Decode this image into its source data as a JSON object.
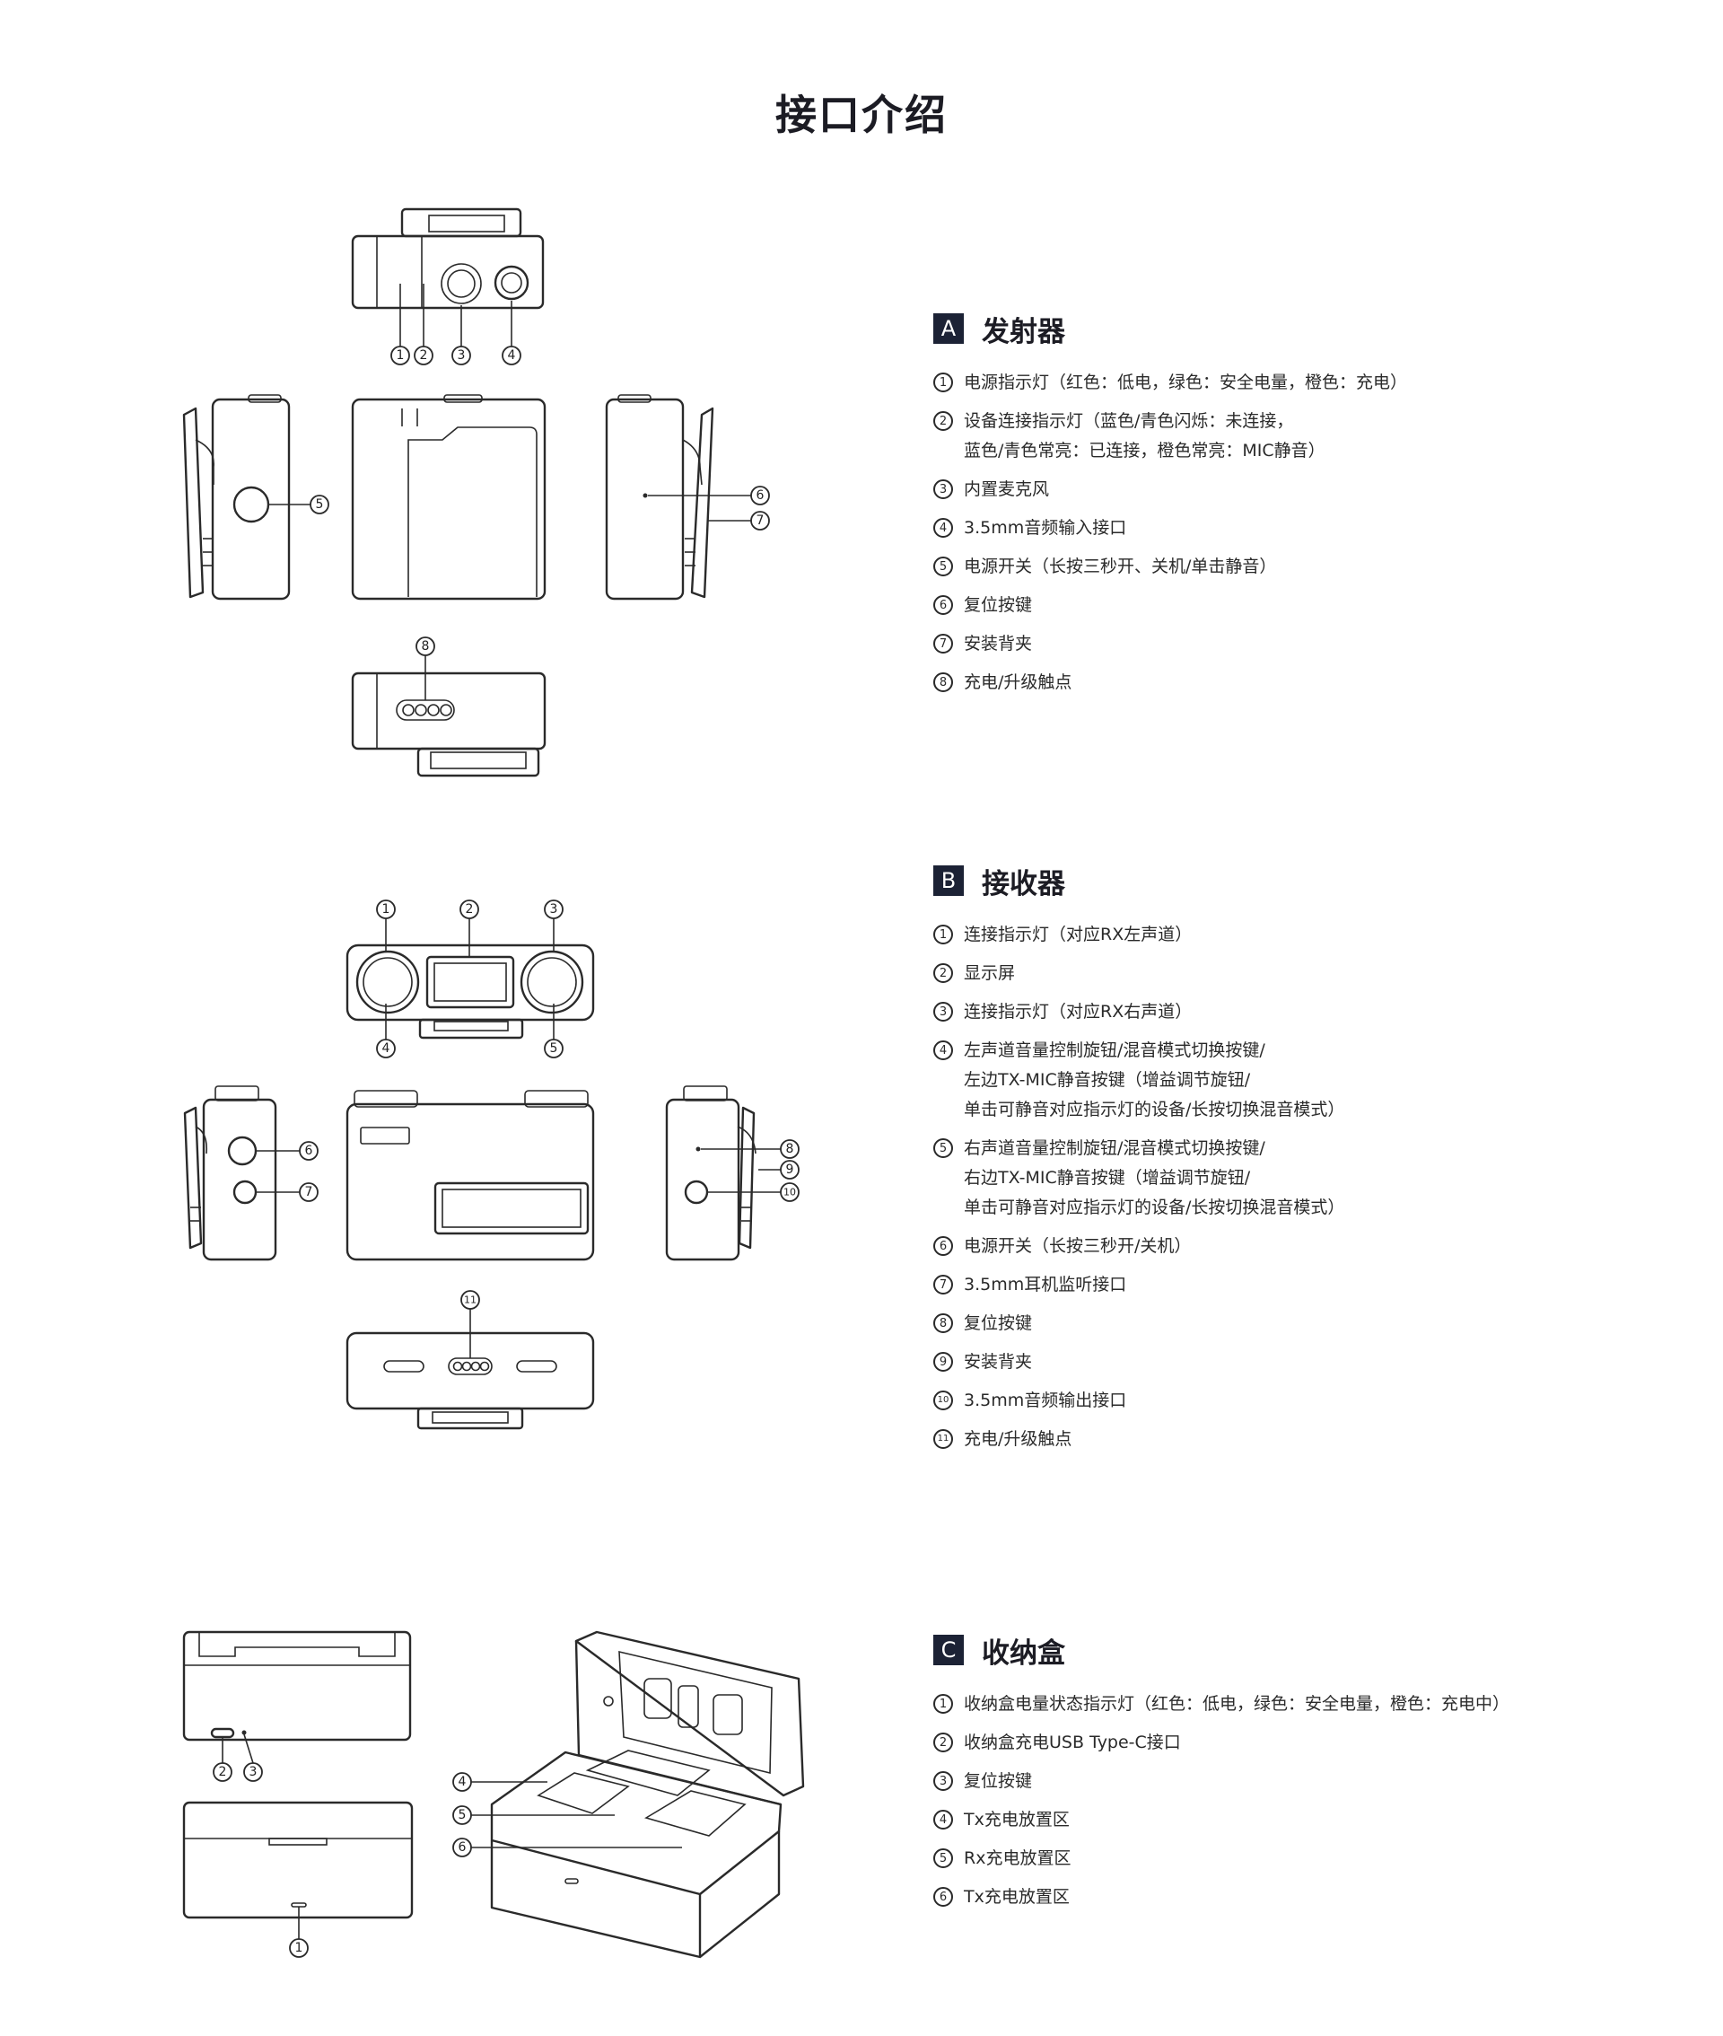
{
  "page_title": "接口介绍",
  "sections": [
    {
      "badge": "A",
      "title": "发射器",
      "items": [
        {
          "num": "1",
          "text": "电源指示灯（红色：低电，绿色：安全电量，橙色：充电）"
        },
        {
          "num": "2",
          "text": "设备连接指示灯（蓝色/青色闪烁：未连接，\n蓝色/青色常亮：已连接，橙色常亮：MIC静音）"
        },
        {
          "num": "3",
          "text": "内置麦克风"
        },
        {
          "num": "4",
          "text": "3.5mm音频输入接口"
        },
        {
          "num": "5",
          "text": "电源开关（长按三秒开、关机/单击静音）"
        },
        {
          "num": "6",
          "text": "复位按键"
        },
        {
          "num": "7",
          "text": "安装背夹"
        },
        {
          "num": "8",
          "text": "充电/升级触点"
        }
      ]
    },
    {
      "badge": "B",
      "title": "接收器",
      "items": [
        {
          "num": "1",
          "text": "连接指示灯（对应RX左声道）"
        },
        {
          "num": "2",
          "text": "显示屏"
        },
        {
          "num": "3",
          "text": "连接指示灯（对应RX右声道）"
        },
        {
          "num": "4",
          "text": "左声道音量控制旋钮/混音模式切换按键/\n左边TX-MIC静音按键（增益调节旋钮/\n单击可静音对应指示灯的设备/长按切换混音模式）"
        },
        {
          "num": "5",
          "text": "右声道音量控制旋钮/混音模式切换按键/\n右边TX-MIC静音按键（增益调节旋钮/\n单击可静音对应指示灯的设备/长按切换混音模式）"
        },
        {
          "num": "6",
          "text": "电源开关（长按三秒开/关机）"
        },
        {
          "num": "7",
          "text": "3.5mm耳机监听接口"
        },
        {
          "num": "8",
          "text": "复位按键"
        },
        {
          "num": "9",
          "text": "安装背夹"
        },
        {
          "num": "10",
          "text": "3.5mm音频输出接口"
        },
        {
          "num": "11",
          "text": "充电/升级触点"
        }
      ]
    },
    {
      "badge": "C",
      "title": "收纳盒",
      "items": [
        {
          "num": "1",
          "text": "收纳盒电量状态指示灯（红色：低电，绿色：安全电量，橙色：充电中）"
        },
        {
          "num": "2",
          "text": "收纳盒充电USB Type-C接口"
        },
        {
          "num": "3",
          "text": "复位按键"
        },
        {
          "num": "4",
          "text": "Tx充电放置区"
        },
        {
          "num": "5",
          "text": "Rx充电放置区"
        },
        {
          "num": "6",
          "text": "Tx充电放置区"
        }
      ]
    }
  ],
  "callouts": {
    "tx": [
      "1",
      "2",
      "3",
      "4",
      "5",
      "6",
      "7",
      "8"
    ],
    "rx": [
      "1",
      "2",
      "3",
      "4",
      "5",
      "6",
      "7",
      "8",
      "9",
      "10",
      "11"
    ],
    "case": [
      "1",
      "2",
      "3",
      "4",
      "5",
      "6"
    ]
  }
}
